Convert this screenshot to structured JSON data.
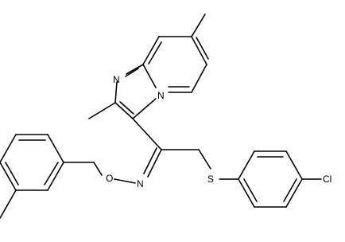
{
  "molecule": {
    "atoms": {
      "n_imidazole": "N",
      "n_bridgehead": "N",
      "n_oxime": "N",
      "o_oxime": "O",
      "s_thioether": "S",
      "cl": "Cl"
    }
  },
  "colors": {
    "bond": "#000000",
    "background": "#ffffff"
  }
}
